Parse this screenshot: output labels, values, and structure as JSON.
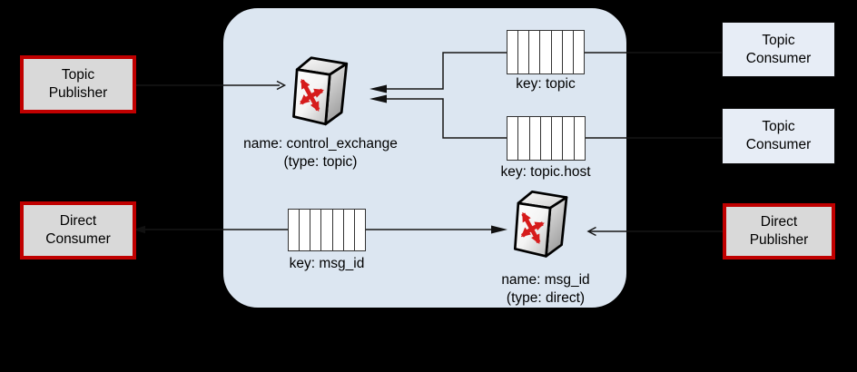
{
  "diagram": {
    "title": "AMQP broker topology diagram",
    "colors": {
      "background": "#000000",
      "panel_fill": "#dce6f1",
      "panel_border": "#000000",
      "publisher_consumer_gray": "#d9d9d9",
      "accent_red_border": "#c00000",
      "consumer_blue_fill": "#e7edf6",
      "wire_black": "#161616",
      "queue_fill": "#ffffff",
      "exchange_arrow_red": "#d61c1c"
    }
  },
  "nodes": {
    "topic_publisher": {
      "line1": "Topic",
      "line2": "Publisher"
    },
    "direct_consumer": {
      "line1": "Direct",
      "line2": "Consumer"
    },
    "topic_consumer_1": {
      "line1": "Topic",
      "line2": "Consumer"
    },
    "topic_consumer_2": {
      "line1": "Topic",
      "line2": "Consumer"
    },
    "direct_publisher": {
      "line1": "Direct",
      "line2": "Publisher"
    }
  },
  "exchanges": {
    "control_exchange": {
      "name_label": "name: control_exchange",
      "type_label": "(type: topic)"
    },
    "msg_id_exchange": {
      "name_label": "name: msg_id",
      "type_label": "(type: direct)"
    }
  },
  "queues": {
    "topic_queue": {
      "label": "key: topic",
      "cells": 7
    },
    "topic_host_queue": {
      "label": "key: topic.host",
      "cells": 7
    },
    "msg_id_queue": {
      "label": "key: msg_id",
      "cells": 7
    }
  }
}
